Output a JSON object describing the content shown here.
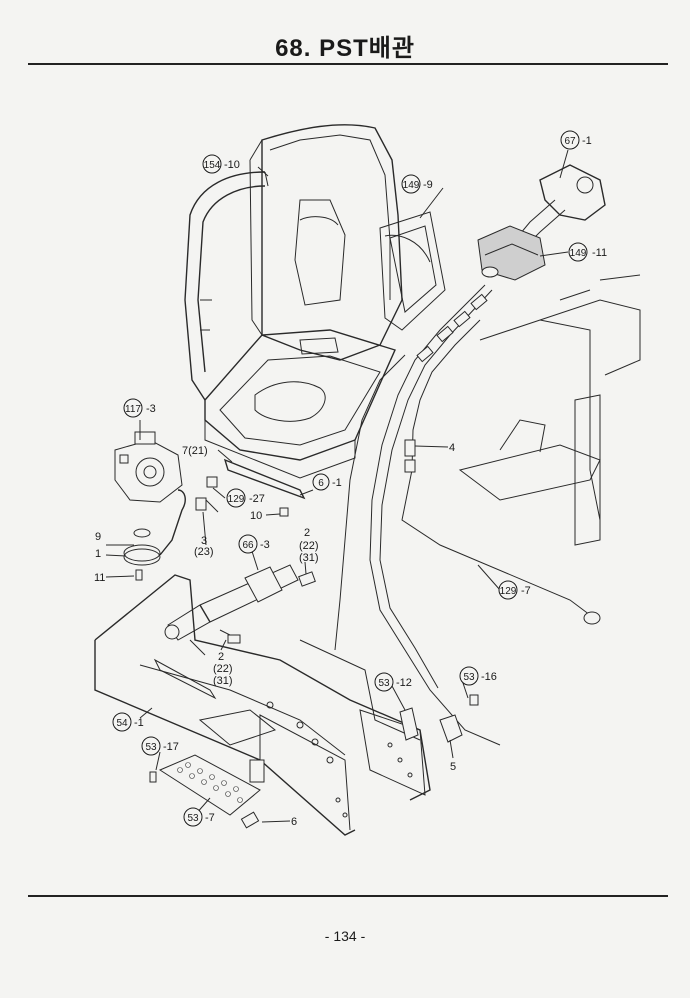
{
  "page": {
    "title": "68. PST배관",
    "page_number": "- 134 -"
  },
  "callouts": {
    "c154": {
      "ref": "154",
      "suffix": "-10"
    },
    "c149a": {
      "ref": "149",
      "suffix": "-9"
    },
    "c67": {
      "ref": "67",
      "suffix": "-1"
    },
    "c149b": {
      "ref": "149",
      "suffix": "-11"
    },
    "c117": {
      "ref": "117",
      "suffix": "-3"
    },
    "c129a": {
      "ref": "129",
      "suffix": "-27"
    },
    "c6": {
      "ref": "6",
      "suffix": "-1"
    },
    "c66": {
      "ref": "66",
      "suffix": "-3"
    },
    "c129b": {
      "ref": "129",
      "suffix": "-7"
    },
    "c53a": {
      "ref": "53",
      "suffix": "-12"
    },
    "c53b": {
      "ref": "53",
      "suffix": "-16"
    },
    "c54": {
      "ref": "54",
      "suffix": "-1"
    },
    "c53c": {
      "ref": "53",
      "suffix": "-17"
    },
    "c53d": {
      "ref": "53",
      "suffix": "-7"
    }
  },
  "labels": {
    "l7_21": "7(21)",
    "l10": "10",
    "l9": "9",
    "l1": "1",
    "l11": "11",
    "l3": "3",
    "l23": "(23)",
    "l2a": "2",
    "l22a": "(22)",
    "l31a": "(31)",
    "l2b": "2",
    "l22b": "(22)",
    "l31b": "(31)",
    "l4": "4",
    "l5": "5",
    "l6": "6"
  }
}
